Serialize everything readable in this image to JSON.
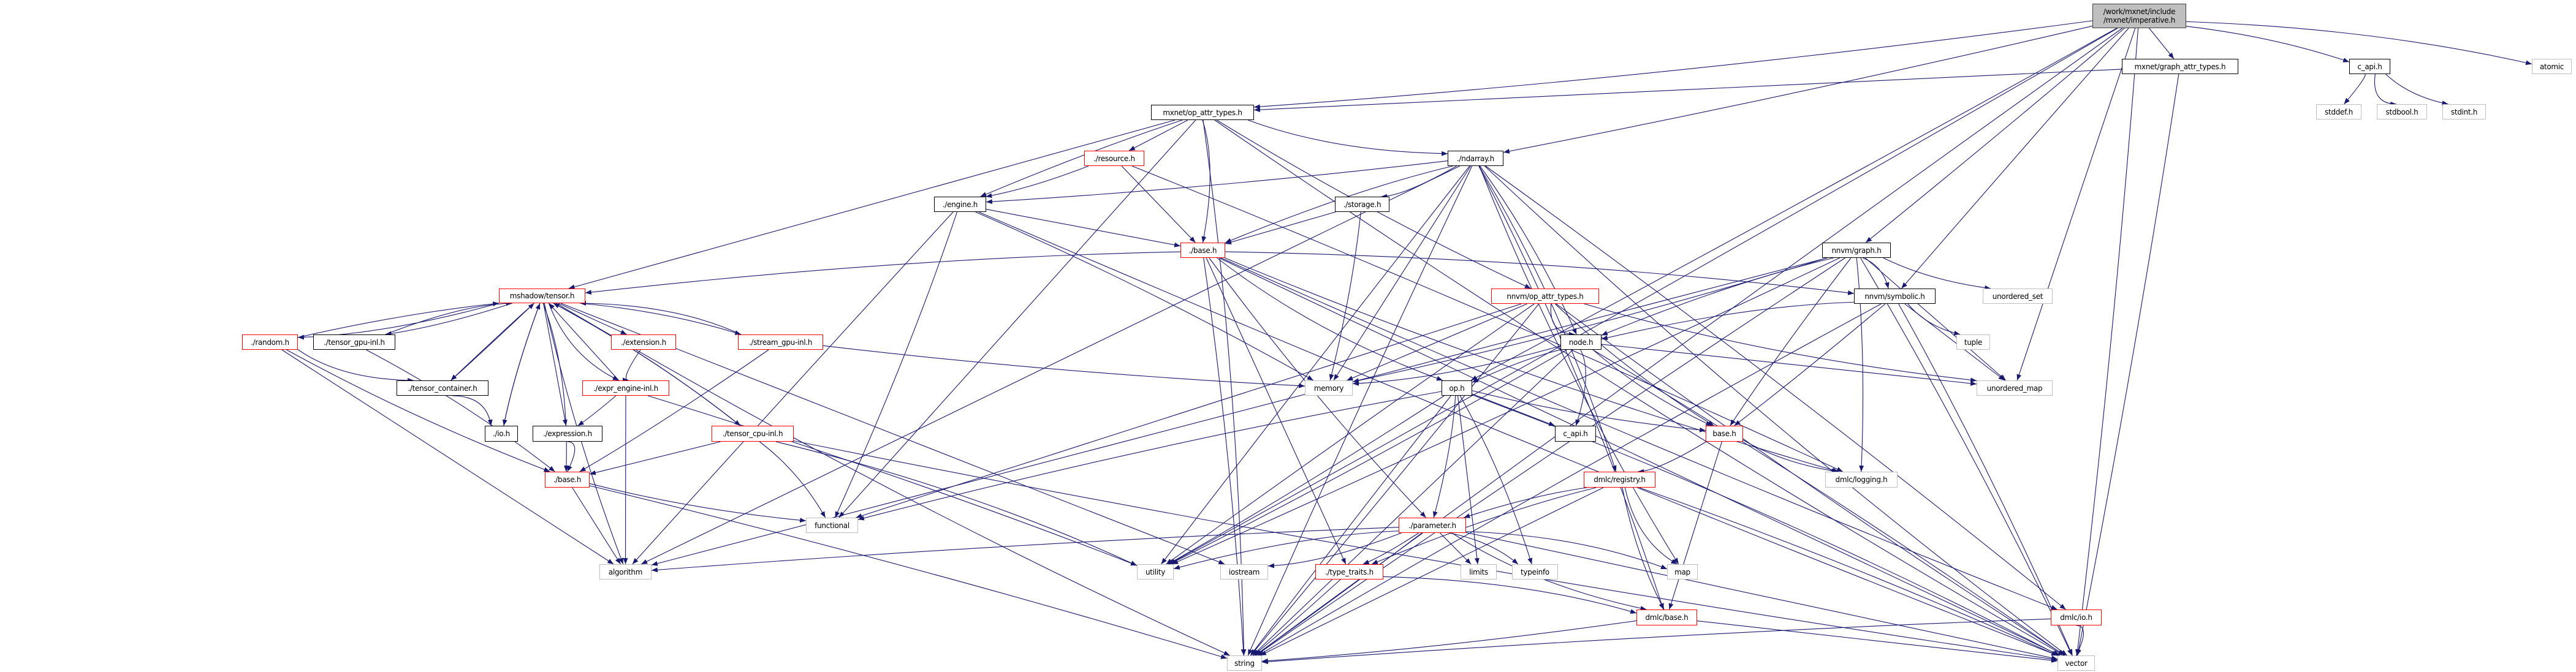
{
  "graph": {
    "colors": {
      "edge": "#191970",
      "documented_border": "#000000",
      "truncated_border": "#ff0000",
      "external_border": "#bfbfbf",
      "root_fill": "#bfbfbf"
    },
    "nodes": {
      "imperative": {
        "label": "/work/mxnet/include\n/mxnet/imperative.h",
        "line1": "/work/mxnet/include",
        "line2": "/mxnet/imperative.h",
        "kind": "root"
      },
      "graph_attr_types": {
        "label": "mxnet/graph_attr_types.h",
        "kind": "doc"
      },
      "c_api_top": {
        "label": "c_api.h",
        "kind": "doc"
      },
      "atomic": {
        "label": "atomic",
        "kind": "external"
      },
      "stddef": {
        "label": "stddef.h",
        "kind": "external"
      },
      "stdbool": {
        "label": "stdbool.h",
        "kind": "external"
      },
      "stdint": {
        "label": "stdint.h",
        "kind": "external"
      },
      "mx_op_attr_types": {
        "label": "mxnet/op_attr_types.h",
        "kind": "doc"
      },
      "resource": {
        "label": "./resource.h",
        "kind": "truncated"
      },
      "ndarray": {
        "label": "./ndarray.h",
        "kind": "doc"
      },
      "engine": {
        "label": "./engine.h",
        "kind": "doc"
      },
      "storage": {
        "label": "./storage.h",
        "kind": "doc"
      },
      "base_mid": {
        "label": "./base.h",
        "kind": "truncated"
      },
      "nnvm_graph": {
        "label": "nnvm/graph.h",
        "kind": "doc"
      },
      "nnvm_symbolic": {
        "label": "nnvm/symbolic.h",
        "kind": "doc"
      },
      "unordered_set": {
        "label": "unordered_set",
        "kind": "external"
      },
      "tuple": {
        "label": "tuple",
        "kind": "external"
      },
      "unordered_map": {
        "label": "unordered_map",
        "kind": "external"
      },
      "nnvm_op_attr_types": {
        "label": "nnvm/op_attr_types.h",
        "kind": "truncated"
      },
      "node": {
        "label": "node.h",
        "kind": "doc"
      },
      "memory": {
        "label": "memory",
        "kind": "external"
      },
      "op": {
        "label": "op.h",
        "kind": "doc"
      },
      "c_api": {
        "label": "c_api.h",
        "kind": "doc"
      },
      "base_right": {
        "label": "base.h",
        "kind": "truncated"
      },
      "dmlc_logging": {
        "label": "dmlc/logging.h",
        "kind": "external"
      },
      "dmlc_registry": {
        "label": "dmlc/registry.h",
        "kind": "truncated"
      },
      "parameter": {
        "label": "./parameter.h",
        "kind": "truncated"
      },
      "utility": {
        "label": "utility",
        "kind": "external"
      },
      "iostream": {
        "label": "iostream",
        "kind": "external"
      },
      "type_traits": {
        "label": "./type_traits.h",
        "kind": "truncated"
      },
      "limits": {
        "label": "limits",
        "kind": "external"
      },
      "typeinfo": {
        "label": "typeinfo",
        "kind": "external"
      },
      "map": {
        "label": "map",
        "kind": "external"
      },
      "dmlc_base": {
        "label": "dmlc/base.h",
        "kind": "truncated"
      },
      "dmlc_io": {
        "label": "dmlc/io.h",
        "kind": "truncated"
      },
      "string": {
        "label": "string",
        "kind": "external"
      },
      "vector": {
        "label": "vector",
        "kind": "external"
      },
      "mshadow_tensor": {
        "label": "mshadow/tensor.h",
        "kind": "truncated"
      },
      "random": {
        "label": "./random.h",
        "kind": "truncated"
      },
      "tensor_gpu_inl": {
        "label": "./tensor_gpu-inl.h",
        "kind": "doc"
      },
      "extension": {
        "label": "./extension.h",
        "kind": "truncated"
      },
      "stream_gpu_inl": {
        "label": "./stream_gpu-inl.h",
        "kind": "truncated"
      },
      "tensor_container": {
        "label": "./tensor_container.h",
        "kind": "doc"
      },
      "expr_engine_inl": {
        "label": "./expr_engine-inl.h",
        "kind": "truncated"
      },
      "io": {
        "label": "./io.h",
        "kind": "doc"
      },
      "expression": {
        "label": "./expression.h",
        "kind": "doc"
      },
      "tensor_cpu_inl": {
        "label": "./tensor_cpu-inl.h",
        "kind": "truncated"
      },
      "base_left": {
        "label": "./base.h",
        "kind": "truncated"
      },
      "functional": {
        "label": "functional",
        "kind": "external"
      },
      "algorithm": {
        "label": "algorithm",
        "kind": "external"
      }
    },
    "edges": [
      [
        "imperative",
        "mx_op_attr_types"
      ],
      [
        "imperative",
        "ndarray"
      ],
      [
        "imperative",
        "graph_attr_types"
      ],
      [
        "imperative",
        "c_api_top"
      ],
      [
        "imperative",
        "atomic"
      ],
      [
        "imperative",
        "nnvm_graph"
      ],
      [
        "imperative",
        "nnvm_symbolic"
      ],
      [
        "imperative",
        "unordered_map"
      ],
      [
        "imperative",
        "vector"
      ],
      [
        "imperative",
        "string"
      ],
      [
        "imperative",
        "utility"
      ],
      [
        "imperative",
        "op"
      ],
      [
        "graph_attr_types",
        "mx_op_attr_types"
      ],
      [
        "graph_attr_types",
        "vector"
      ],
      [
        "c_api_top",
        "stddef"
      ],
      [
        "c_api_top",
        "stdbool"
      ],
      [
        "c_api_top",
        "stdint"
      ],
      [
        "mx_op_attr_types",
        "resource"
      ],
      [
        "mx_op_attr_types",
        "engine"
      ],
      [
        "mx_op_attr_types",
        "base_mid"
      ],
      [
        "mx_op_attr_types",
        "ndarray"
      ],
      [
        "mx_op_attr_types",
        "nnvm_op_attr_types"
      ],
      [
        "mx_op_attr_types",
        "mshadow_tensor"
      ],
      [
        "mx_op_attr_types",
        "functional"
      ],
      [
        "mx_op_attr_types",
        "string"
      ],
      [
        "mx_op_attr_types",
        "vector"
      ],
      [
        "resource",
        "engine"
      ],
      [
        "resource",
        "base_mid"
      ],
      [
        "resource",
        "dmlc_logging"
      ],
      [
        "ndarray",
        "base_mid"
      ],
      [
        "ndarray",
        "storage"
      ],
      [
        "ndarray",
        "engine"
      ],
      [
        "ndarray",
        "memory"
      ],
      [
        "ndarray",
        "node"
      ],
      [
        "ndarray",
        "dmlc_registry"
      ],
      [
        "ndarray",
        "vector"
      ],
      [
        "ndarray",
        "string"
      ],
      [
        "ndarray",
        "algorithm"
      ],
      [
        "ndarray",
        "dmlc_io"
      ],
      [
        "ndarray",
        "dmlc_base"
      ],
      [
        "ndarray",
        "map"
      ],
      [
        "ndarray",
        "utility"
      ],
      [
        "engine",
        "base_mid"
      ],
      [
        "engine",
        "memory"
      ],
      [
        "engine",
        "functional"
      ],
      [
        "engine",
        "algorithm"
      ],
      [
        "engine",
        "vector"
      ],
      [
        "storage",
        "base_mid"
      ],
      [
        "storage",
        "memory"
      ],
      [
        "base_mid",
        "mshadow_tensor"
      ],
      [
        "base_mid",
        "op"
      ],
      [
        "base_mid",
        "parameter"
      ],
      [
        "base_mid",
        "type_traits"
      ],
      [
        "base_mid",
        "string"
      ],
      [
        "base_mid",
        "nnvm_symbolic"
      ],
      [
        "base_mid",
        "dmlc_logging"
      ],
      [
        "base_mid",
        "dmlc_io"
      ],
      [
        "base_mid",
        "vector"
      ],
      [
        "nnvm_graph",
        "nnvm_symbolic"
      ],
      [
        "nnvm_graph",
        "node"
      ],
      [
        "nnvm_graph",
        "base_right"
      ],
      [
        "nnvm_graph",
        "unordered_set"
      ],
      [
        "nnvm_graph",
        "unordered_map"
      ],
      [
        "nnvm_graph",
        "vector"
      ],
      [
        "nnvm_graph",
        "string"
      ],
      [
        "nnvm_graph",
        "memory"
      ],
      [
        "nnvm_graph",
        "utility"
      ],
      [
        "nnvm_graph",
        "algorithm"
      ],
      [
        "nnvm_graph",
        "dmlc_logging"
      ],
      [
        "nnvm_symbolic",
        "node"
      ],
      [
        "nnvm_symbolic",
        "base_right"
      ],
      [
        "nnvm_symbolic",
        "tuple"
      ],
      [
        "nnvm_symbolic",
        "unordered_map"
      ],
      [
        "nnvm_symbolic",
        "vector"
      ],
      [
        "nnvm_symbolic",
        "string"
      ],
      [
        "nnvm_op_attr_types",
        "node"
      ],
      [
        "nnvm_op_attr_types",
        "base_right"
      ],
      [
        "nnvm_op_attr_types",
        "memory"
      ],
      [
        "nnvm_op_attr_types",
        "utility"
      ],
      [
        "nnvm_op_attr_types",
        "string"
      ],
      [
        "nnvm_op_attr_types",
        "unordered_map"
      ],
      [
        "nnvm_op_attr_types",
        "vector"
      ],
      [
        "nnvm_op_attr_types",
        "functional"
      ],
      [
        "node",
        "op"
      ],
      [
        "node",
        "c_api"
      ],
      [
        "node",
        "memory"
      ],
      [
        "node",
        "base_right"
      ],
      [
        "node",
        "unordered_map"
      ],
      [
        "node",
        "vector"
      ],
      [
        "node",
        "string"
      ],
      [
        "node",
        "utility"
      ],
      [
        "op",
        "base_right"
      ],
      [
        "op",
        "c_api"
      ],
      [
        "op",
        "parameter"
      ],
      [
        "op",
        "functional"
      ],
      [
        "op",
        "utility"
      ],
      [
        "op",
        "string"
      ],
      [
        "op",
        "limits"
      ],
      [
        "op",
        "typeinfo"
      ],
      [
        "op",
        "vector"
      ],
      [
        "base_right",
        "dmlc_registry"
      ],
      [
        "base_right",
        "dmlc_logging"
      ],
      [
        "base_right",
        "dmlc_base"
      ],
      [
        "dmlc_registry",
        "parameter"
      ],
      [
        "dmlc_registry",
        "type_traits"
      ],
      [
        "dmlc_registry",
        "map"
      ],
      [
        "dmlc_registry",
        "dmlc_base"
      ],
      [
        "dmlc_registry",
        "string"
      ],
      [
        "dmlc_registry",
        "vector"
      ],
      [
        "parameter",
        "utility"
      ],
      [
        "parameter",
        "iostream"
      ],
      [
        "parameter",
        "type_traits"
      ],
      [
        "parameter",
        "limits"
      ],
      [
        "parameter",
        "typeinfo"
      ],
      [
        "parameter",
        "map"
      ],
      [
        "parameter",
        "dmlc_base"
      ],
      [
        "parameter",
        "string"
      ],
      [
        "parameter",
        "vector"
      ],
      [
        "parameter",
        "algorithm"
      ],
      [
        "type_traits",
        "dmlc_base"
      ],
      [
        "type_traits",
        "string"
      ],
      [
        "dmlc_base",
        "string"
      ],
      [
        "dmlc_base",
        "vector"
      ],
      [
        "dmlc_io",
        "string"
      ],
      [
        "dmlc_io",
        "vector"
      ],
      [
        "mshadow_tensor",
        "random"
      ],
      [
        "mshadow_tensor",
        "tensor_gpu_inl"
      ],
      [
        "mshadow_tensor",
        "extension"
      ],
      [
        "mshadow_tensor",
        "stream_gpu_inl"
      ],
      [
        "mshadow_tensor",
        "tensor_container"
      ],
      [
        "mshadow_tensor",
        "expr_engine_inl"
      ],
      [
        "mshadow_tensor",
        "io"
      ],
      [
        "mshadow_tensor",
        "expression"
      ],
      [
        "mshadow_tensor",
        "tensor_cpu_inl"
      ],
      [
        "mshadow_tensor",
        "base_left"
      ],
      [
        "mshadow_tensor",
        "string"
      ],
      [
        "mshadow_tensor",
        "algorithm"
      ],
      [
        "mshadow_tensor",
        "iostream"
      ],
      [
        "random",
        "mshadow_tensor"
      ],
      [
        "tensor_gpu_inl",
        "mshadow_tensor"
      ],
      [
        "tensor_container",
        "mshadow_tensor"
      ],
      [
        "io",
        "mshadow_tensor"
      ],
      [
        "expr_engine_inl",
        "mshadow_tensor"
      ],
      [
        "tensor_cpu_inl",
        "mshadow_tensor"
      ],
      [
        "stream_gpu_inl",
        "mshadow_tensor"
      ],
      [
        "random",
        "tensor_container"
      ],
      [
        "random",
        "base_left"
      ],
      [
        "random",
        "algorithm"
      ],
      [
        "tensor_gpu_inl",
        "base_left"
      ],
      [
        "tensor_container",
        "io"
      ],
      [
        "extension",
        "expr_engine_inl"
      ],
      [
        "expr_engine_inl",
        "expression"
      ],
      [
        "expr_engine_inl",
        "algorithm"
      ],
      [
        "expr_engine_inl",
        "utility"
      ],
      [
        "expression",
        "base_left"
      ],
      [
        "stream_gpu_inl",
        "base_left"
      ],
      [
        "stream_gpu_inl",
        "memory"
      ],
      [
        "tensor_cpu_inl",
        "base_left"
      ],
      [
        "tensor_cpu_inl",
        "functional"
      ],
      [
        "tensor_cpu_inl",
        "utility"
      ],
      [
        "tensor_cpu_inl",
        "vector"
      ],
      [
        "base_left",
        "functional"
      ],
      [
        "base_left",
        "algorithm"
      ],
      [
        "base_left",
        "string"
      ]
    ]
  }
}
